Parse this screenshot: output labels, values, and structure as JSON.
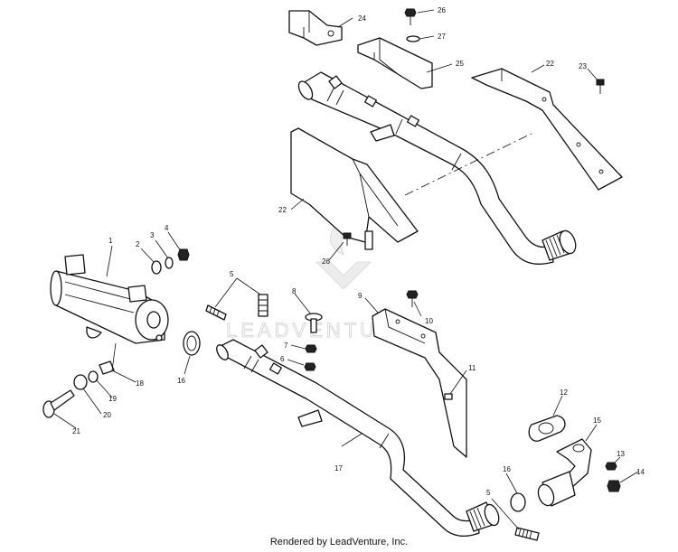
{
  "watermark": {
    "brand": "LEADVENTURE"
  },
  "footer": {
    "text": "Rendered by LeadVenture, Inc."
  },
  "callouts": [
    {
      "id": "c1",
      "label": "1"
    },
    {
      "id": "c2",
      "label": "2"
    },
    {
      "id": "c3",
      "label": "3"
    },
    {
      "id": "c4",
      "label": "4"
    },
    {
      "id": "c5a",
      "label": "5"
    },
    {
      "id": "c5b",
      "label": "5"
    },
    {
      "id": "c6",
      "label": "6"
    },
    {
      "id": "c7",
      "label": "7"
    },
    {
      "id": "c8",
      "label": "8"
    },
    {
      "id": "c9",
      "label": "9"
    },
    {
      "id": "c10",
      "label": "10"
    },
    {
      "id": "c11",
      "label": "11"
    },
    {
      "id": "c12",
      "label": "12"
    },
    {
      "id": "c13",
      "label": "13"
    },
    {
      "id": "c14",
      "label": "14"
    },
    {
      "id": "c15",
      "label": "15"
    },
    {
      "id": "c16a",
      "label": "16"
    },
    {
      "id": "c16b",
      "label": "16"
    },
    {
      "id": "c17",
      "label": "17"
    },
    {
      "id": "c18",
      "label": "18"
    },
    {
      "id": "c19",
      "label": "19"
    },
    {
      "id": "c20",
      "label": "20"
    },
    {
      "id": "c21",
      "label": "21"
    },
    {
      "id": "c22a",
      "label": "22"
    },
    {
      "id": "c22b",
      "label": "22"
    },
    {
      "id": "c23",
      "label": "23"
    },
    {
      "id": "c24",
      "label": "24"
    },
    {
      "id": "c25",
      "label": "25"
    },
    {
      "id": "c26a",
      "label": "26"
    },
    {
      "id": "c26b",
      "label": "26"
    },
    {
      "id": "c27",
      "label": "27"
    }
  ]
}
